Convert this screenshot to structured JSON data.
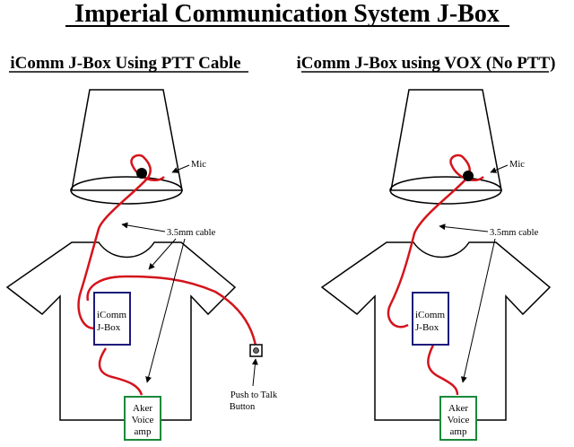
{
  "title": "Imperial Communication System J-Box",
  "left_panel": {
    "heading": "iComm J-Box Using PTT Cable",
    "mic_label": "Mic",
    "cable_label": "3.5mm cable",
    "jbox_line1": "iComm",
    "jbox_line2": "J-Box",
    "amp_line1": "Aker",
    "amp_line2": "Voice",
    "amp_line3": "amp",
    "ptt_line1": "Push to Talk",
    "ptt_line2": "Button"
  },
  "right_panel": {
    "heading": "iComm J-Box using VOX (No PTT)",
    "mic_label": "Mic",
    "cable_label": "3.5mm cable",
    "jbox_line1": "iComm",
    "jbox_line2": "J-Box",
    "amp_line1": "Aker",
    "amp_line2": "Voice",
    "amp_line3": "amp"
  },
  "colors": {
    "cable": "#d4141c",
    "jbox_border": "#1c1a7a",
    "amp_border": "#1a8a3a",
    "outline": "#000000"
  }
}
